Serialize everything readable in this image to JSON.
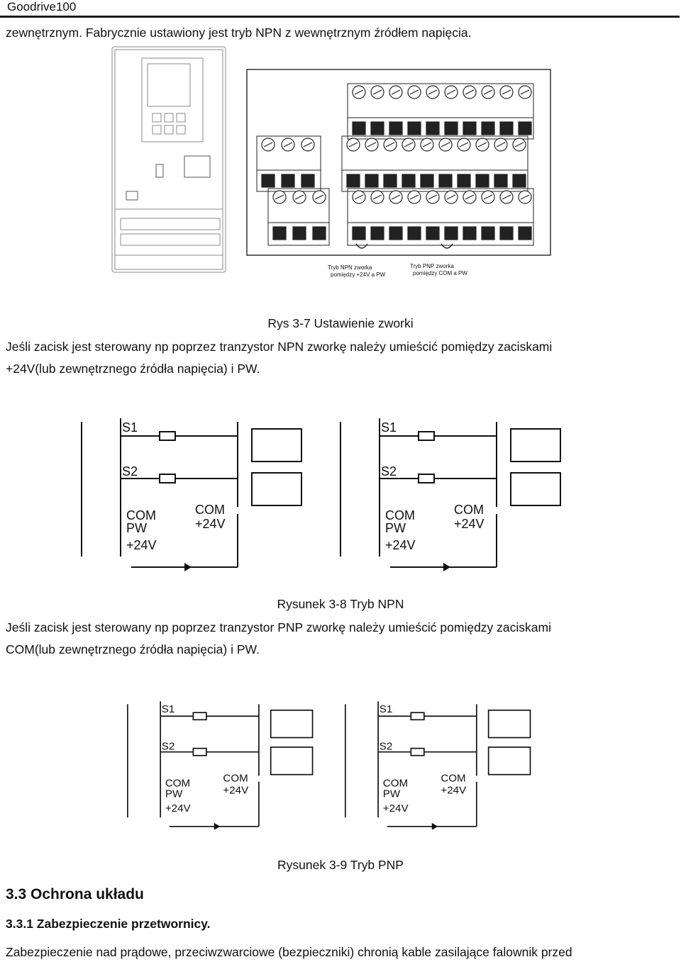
{
  "header": {
    "title": "Goodrive100"
  },
  "intro_text": "zewnętrznym. Fabrycznie ustawiony jest tryb NPN z wewnętrznym źródłem napięcia.",
  "figure_3_7": {
    "caption": "Rys 3-7 Ustawienie zworki",
    "jumper_npn_label_line1": "Tryb NPN zworka",
    "jumper_npn_label_line2": "pomiędzy +24V a PW",
    "jumper_pnp_label_line1": "Tryb PNP zworka",
    "jumper_pnp_label_line2": "pomiędzy COM a PW"
  },
  "npn_paragraph": {
    "line1": "Jeśli zacisk jest sterowany np poprzez tranzystor NPN zworkę należy umieścić pomiędzy zaciskami",
    "line2": "+24V(lub zewnętrznego źródła napięcia) i PW."
  },
  "figure_3_8": {
    "caption": "Rysunek 3-8 Tryb NPN"
  },
  "pnp_paragraph": {
    "line1": "Jeśli zacisk jest sterowany np poprzez tranzystor PNP zworkę należy umieścić pomiędzy zaciskami",
    "line2": "COM(lub zewnętrznego źródła napięcia) i PW."
  },
  "figure_3_9": {
    "caption": "Rysunek 3-9 Tryb PNP"
  },
  "circuit_labels": {
    "s1": "S1",
    "s2": "S2",
    "com": "COM",
    "pw": "PW",
    "v24": "+24V"
  },
  "section": {
    "title": "3.3 Ochrona układu",
    "subtitle": "3.3.1 Zabezpieczenie przetwornicy.",
    "body": "Zabezpieczenie nad prądowe, przeciwzwarciowe (bezpieczniki) chronią kable zasilające falownik przed"
  }
}
